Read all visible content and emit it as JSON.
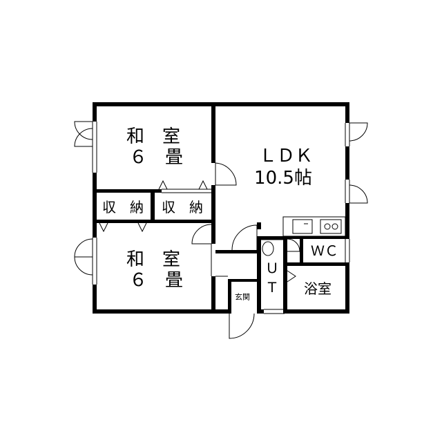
{
  "rooms": {
    "washitsu_top": {
      "name": "和　室",
      "size": "６　畳"
    },
    "washitsu_bottom": {
      "name": "和　室",
      "size": "６　畳"
    },
    "ldk": {
      "name": "ＬＤＫ",
      "size": "10.5帖"
    },
    "storage_left": "収　納",
    "storage_right": "収　納",
    "wc": "ＷＣ",
    "bath": "浴室",
    "ut_top": "Ｕ",
    "ut_bottom": "Ｔ",
    "entrance": "玄関"
  }
}
